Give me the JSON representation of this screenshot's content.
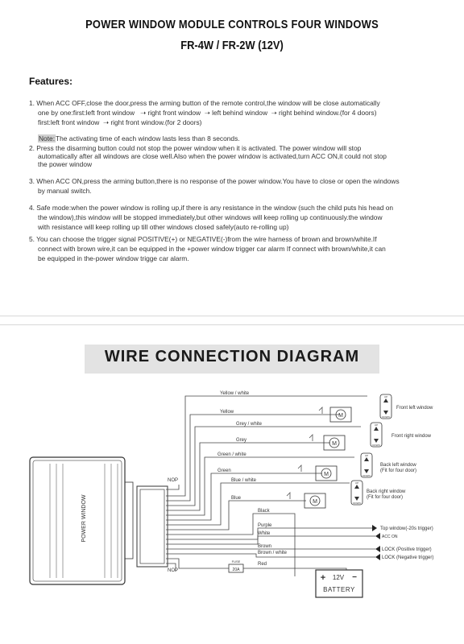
{
  "page1": {
    "title": "POWER WINDOW MODULE CONTROLS FOUR WINDOWS",
    "subtitle": "FR-4W / FR-2W (12V)",
    "features_heading": "Features:",
    "item1": {
      "l1": "1. When ACC OFF,close the door,press the arming button of the remote control,the window will be close automatically",
      "l2a": "one by one:first:left front window",
      "l2b": "right front window",
      "l2c": "left behind window",
      "l2d": "right behind window.(for 4 doors)",
      "l3a": "first:left front window",
      "l3b": "right front window.(for 2 doors)"
    },
    "note_label": "Note:",
    "note_text": "The activating time of each window lasts less than 8 seconds.",
    "item2": {
      "l1": "2. Press the disarming button could not stop the power window when it is activated.  The power window will stop",
      "l2": "automatically after all windows are close well.Also when the power window is activated,turn ACC ON,it could not stop",
      "l3": "the power window"
    },
    "item3": {
      "l1": "3. When ACC ON,press the arming button,there is no response of the power window.You have to close or open the windows",
      "l2": "by manual switch."
    },
    "item4": {
      "l1": "4. Safe mode:when the power window is rolling up,if there is any resistance in the window (such the child puts his head on",
      "l2": "the window),this window will be stopped immediately,but other windows will keep rolling up continuously.the window",
      "l3": "with resistance will keep rolling up till other windows closed safely(auto re-rolling up)"
    },
    "item5": {
      "l1": "5. You can choose the trigger signal POSITIVE(+) or NEGATIVE(-)from the wire harness of brown and brown/white.If",
      "l2": "connect with brown wire,it can be equipped in the +power window trigger car alarm If connect with brown/white,it can",
      "l3": "be equipped in the-power window trigge car alarm."
    }
  },
  "page2": {
    "title": "WIRE CONNECTION DIAGRAM",
    "module_label": "POWER WINDOW",
    "nop_top": "NOP",
    "nop_bottom": "NOP",
    "wires": {
      "yellow_white": "Yellow / white",
      "yellow": "Yellow",
      "grey_white": "Grey / white",
      "grey": "Grey",
      "green_white": "Green / white",
      "green": "Green",
      "blue_white": "Blue / white",
      "blue": "Blue",
      "black": "Black",
      "purple": "Purple",
      "white": "White",
      "brown": "Brown",
      "brown_white": "Brown / white",
      "red": "Red"
    },
    "windows": {
      "front_left": "Front left window",
      "front_right": "Front right window",
      "back_left_1": "Back left  window",
      "back_left_2": "(Fit for four door)",
      "back_right_1": "Back right  window",
      "back_right_2": "(Fit for four door)"
    },
    "motor_label": "M",
    "switch_up": "UP",
    "switch_down": "DOWN",
    "outputs": {
      "top_window": "Top window(-20s trigger)",
      "acc_on": "ACC ON",
      "lock_pos": "LOCK (Positive trigger)",
      "lock_neg": "LOCK (Negative trigger)"
    },
    "fuse_label": "FUSE",
    "fuse_value": "20A",
    "battery_voltage": "12V",
    "battery_label": "BATTERY",
    "battery_plus": "+",
    "battery_minus": "−"
  }
}
